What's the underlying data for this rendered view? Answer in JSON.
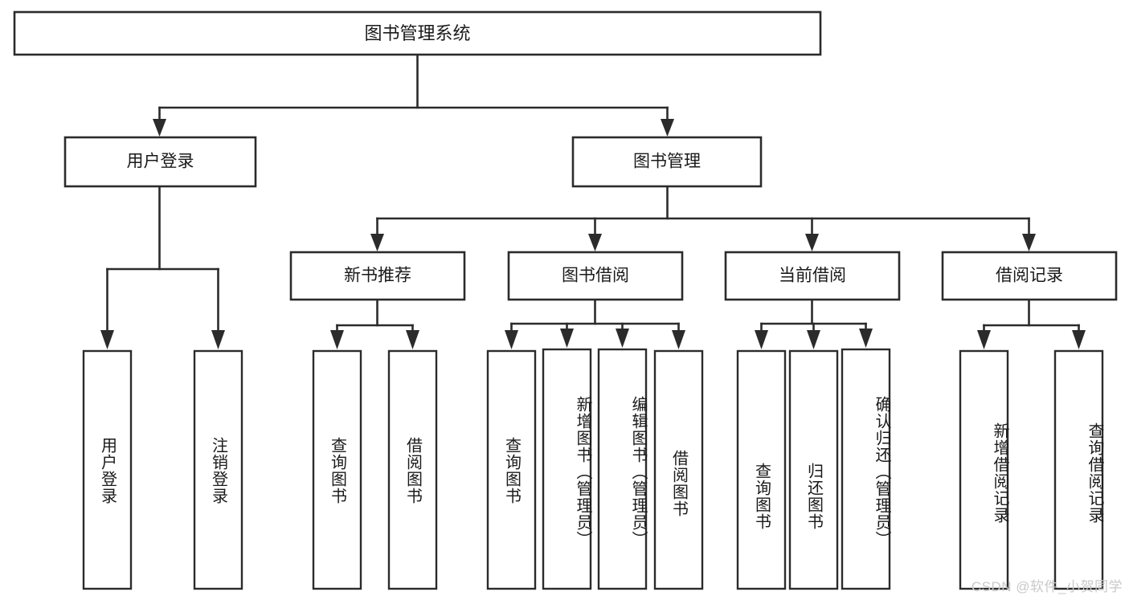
{
  "diagram": {
    "title": "图书管理系统",
    "type": "tree",
    "orientation": "top-down",
    "colors": {
      "background": "#ffffff",
      "stroke": "#2b2b2b",
      "box_fill": "#ffffff",
      "text": "#1a1a1a",
      "watermark": "#c9c9c9"
    },
    "root": {
      "label": "图书管理系统"
    },
    "level1": [
      {
        "id": "user-login",
        "label": "用户登录"
      },
      {
        "id": "book-management",
        "label": "图书管理"
      }
    ],
    "level2": [
      {
        "id": "new-book-recommend",
        "label": "新书推荐",
        "parent": "book-management"
      },
      {
        "id": "book-borrow",
        "label": "图书借阅",
        "parent": "book-management"
      },
      {
        "id": "current-borrow",
        "label": "当前借阅",
        "parent": "book-management"
      },
      {
        "id": "borrow-record",
        "label": "借阅记录",
        "parent": "book-management"
      }
    ],
    "leaves": {
      "user-login": [
        {
          "id": "leaf-user-login",
          "label": "用户登录"
        },
        {
          "id": "leaf-logout-login",
          "label": "注销登录"
        }
      ],
      "new-book-recommend": [
        {
          "id": "leaf-query-book-1",
          "label": "查询图书"
        },
        {
          "id": "leaf-borrow-book-1",
          "label": "借阅图书"
        }
      ],
      "book-borrow": [
        {
          "id": "leaf-query-book-2",
          "label": "查询图书"
        },
        {
          "id": "leaf-add-book-admin",
          "label": "新增图书（管理员）"
        },
        {
          "id": "leaf-edit-book-admin",
          "label": "编辑图书（管理员）"
        },
        {
          "id": "leaf-borrow-book-2",
          "label": "借阅图书"
        }
      ],
      "current-borrow": [
        {
          "id": "leaf-query-book-3",
          "label": "查询图书"
        },
        {
          "id": "leaf-return-book",
          "label": "归还图书"
        },
        {
          "id": "leaf-confirm-return-admin",
          "label": "确认归还（管理员）"
        }
      ],
      "borrow-record": [
        {
          "id": "leaf-add-borrow-record",
          "label": "新增借阅记录"
        },
        {
          "id": "leaf-query-borrow-record",
          "label": "查询借阅记录"
        }
      ]
    }
  },
  "watermark": {
    "text": "CSDN @软件_小贺同学"
  }
}
